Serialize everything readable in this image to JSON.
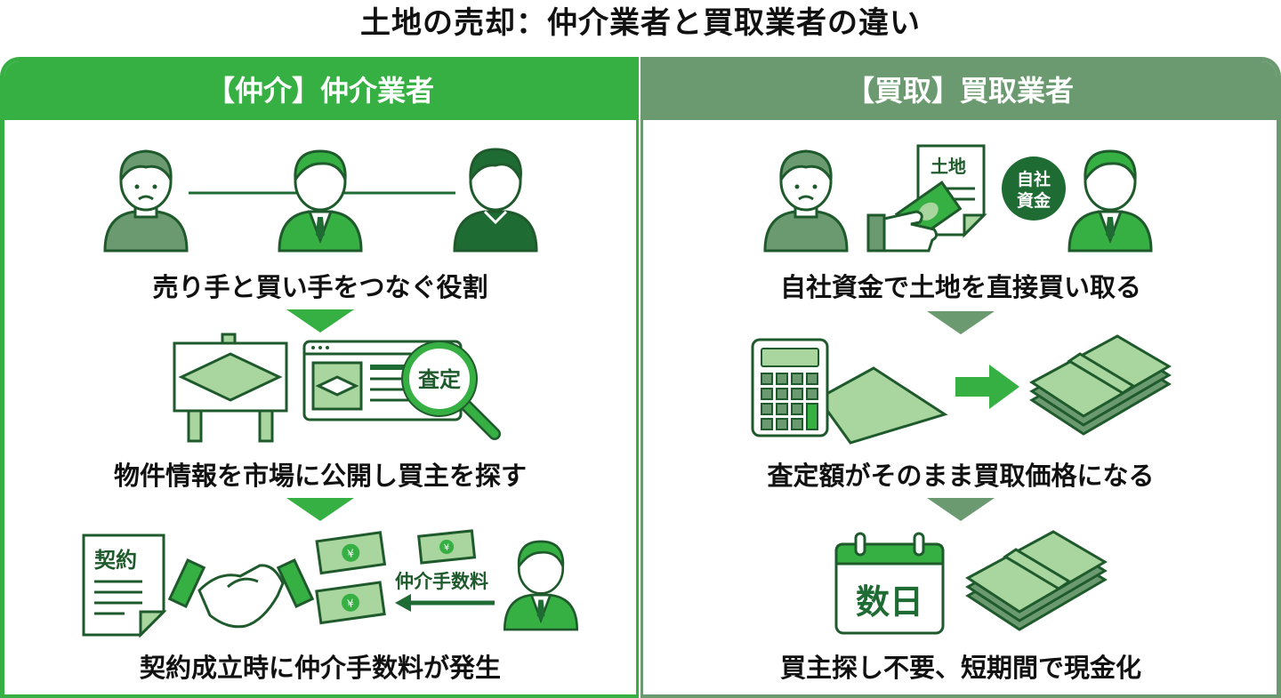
{
  "title": "土地の売却：仲介業者と買取業者の違い",
  "colors": {
    "broker_green": "#36b043",
    "buyer_green": "#6b9a70",
    "dark_green": "#1f6b34",
    "light_green": "#a9d59f"
  },
  "left": {
    "header": "【仲介】仲介業者",
    "steps": [
      {
        "caption": "売り手と買い手をつなぐ役割",
        "icons": [
          "worried-seller-icon",
          "broker-icon",
          "buyer-icon"
        ]
      },
      {
        "caption": "物件情報を市場に公開し買主を探す",
        "icons": [
          "land-signboard-icon",
          "listing-web-page-icon",
          "magnifier-icon"
        ],
        "magnifier_label": "査定"
      },
      {
        "caption": "契約成立時に仲介手数料が発生",
        "icons": [
          "contract-document-icon",
          "handshake-icon",
          "yen-bills-icon",
          "broker-icon"
        ],
        "contract_label": "契約",
        "fee_label": "仲介手数料"
      }
    ]
  },
  "right": {
    "header": "【買取】買取業者",
    "steps": [
      {
        "caption": "自社資金で土地を直接買い取る",
        "icons": [
          "worried-seller-icon",
          "hand-with-money-icon",
          "land-deed-icon",
          "own-funds-badge",
          "buyer-company-icon"
        ],
        "deed_label": "土地",
        "badge_line1": "自社",
        "badge_line2": "資金"
      },
      {
        "caption": "査定額がそのまま買取価格になる",
        "icons": [
          "calculator-icon",
          "land-plot-icon",
          "arrow-right-icon",
          "money-stack-icon"
        ]
      },
      {
        "caption": "買主探し不要、短期間で現金化",
        "icons": [
          "calendar-icon",
          "money-stack-icon"
        ],
        "calendar_label": "数日"
      }
    ]
  }
}
